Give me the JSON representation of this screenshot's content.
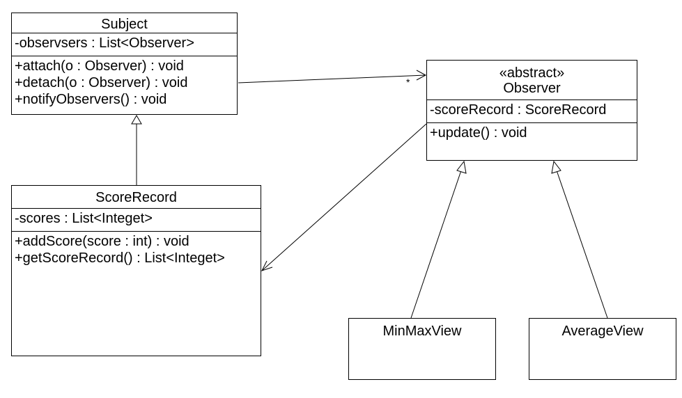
{
  "classes": {
    "subject": {
      "name": "Subject",
      "attributes": [
        "-observsers : List<Observer>"
      ],
      "methods": [
        "+attach(o : Observer) : void",
        "+detach(o : Observer) : void",
        "+notifyObservers() : void"
      ]
    },
    "observer": {
      "stereotype": "«abstract»",
      "name": "Observer",
      "attributes": [
        "-scoreRecord : ScoreRecord"
      ],
      "methods": [
        "+update() : void"
      ]
    },
    "score_record": {
      "name": "ScoreRecord",
      "attributes": [
        "-scores : List<Integet>"
      ],
      "methods": [
        "+addScore(score : int) : void",
        "+getScoreRecord() : List<Integet>"
      ]
    },
    "min_max_view": {
      "name": "MinMaxView"
    },
    "average_view": {
      "name": "AverageView"
    }
  },
  "relations": {
    "subject_observer_multiplicity": "*"
  },
  "colors": {
    "line": "#000000",
    "background": "#ffffff"
  }
}
